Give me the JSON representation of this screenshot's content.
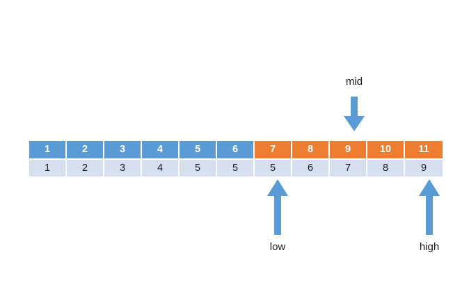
{
  "diagram": {
    "title": "binary-search-array-state",
    "colors": {
      "index_blue": "#5B9BD5",
      "index_orange": "#ED7D31",
      "value_row": "#D6DFF0",
      "arrow_blue": "#5B9BD5",
      "text_dark": "#1a1a1a",
      "cell_text_light": "#ffffff"
    },
    "array": {
      "index_row": [
        {
          "label": "1",
          "color": "blue"
        },
        {
          "label": "2",
          "color": "blue"
        },
        {
          "label": "3",
          "color": "blue"
        },
        {
          "label": "4",
          "color": "blue"
        },
        {
          "label": "5",
          "color": "blue"
        },
        {
          "label": "6",
          "color": "blue"
        },
        {
          "label": "7",
          "color": "orange"
        },
        {
          "label": "8",
          "color": "orange"
        },
        {
          "label": "9",
          "color": "orange"
        },
        {
          "label": "10",
          "color": "orange"
        },
        {
          "label": "11",
          "color": "orange"
        }
      ],
      "value_row": [
        "1",
        "2",
        "3",
        "4",
        "5",
        "5",
        "5",
        "6",
        "7",
        "8",
        "9"
      ]
    },
    "pointers": {
      "mid": {
        "label": "mid",
        "direction": "down",
        "target_index": "9"
      },
      "low": {
        "label": "low",
        "direction": "up",
        "target_index": "7"
      },
      "high": {
        "label": "high",
        "direction": "up",
        "target_index": "11"
      }
    }
  }
}
